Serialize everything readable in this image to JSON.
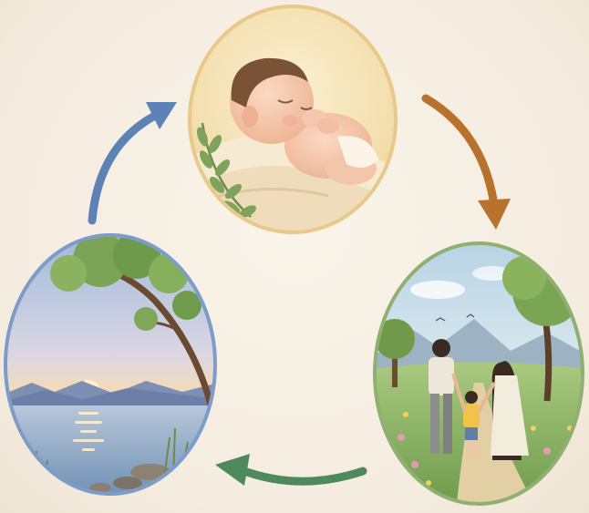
{
  "diagram": {
    "type": "cycle",
    "stages": [
      {
        "id": "newborn",
        "icon": "sleeping-baby-illustration"
      },
      {
        "id": "family-walk",
        "icon": "family-walking-illustration"
      },
      {
        "id": "sunset-lake",
        "icon": "sunset-lake-tree-illustration"
      }
    ],
    "arrows": [
      {
        "from": "newborn",
        "to": "family-walk",
        "color": "#b9712e"
      },
      {
        "from": "family-walk",
        "to": "sunset-lake",
        "color": "#4f8a5c"
      },
      {
        "from": "sunset-lake",
        "to": "newborn",
        "color": "#5d83b6"
      }
    ]
  },
  "colors": {
    "background": "#f6efe4",
    "newborn_frame": "#e8c98a",
    "family_frame": "#8fb070",
    "lake_frame": "#7d9cc7"
  }
}
